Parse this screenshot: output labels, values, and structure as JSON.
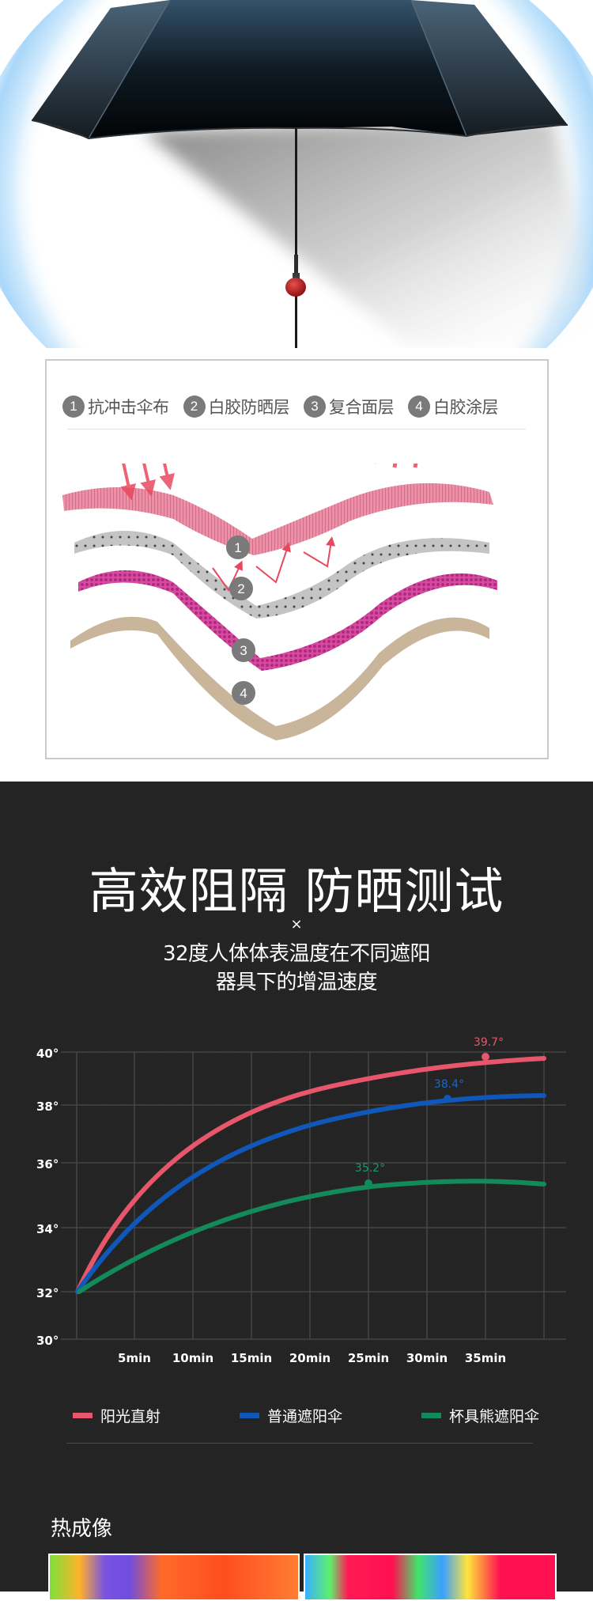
{
  "hero": {
    "image": "umbrella-product-photo",
    "colors": {
      "canopy": "#0b1015",
      "canopy_highlight": "#3c5a70",
      "handle": "#b01818",
      "halo": "#bfe1fb"
    }
  },
  "layers": {
    "legend": [
      {
        "num": "1",
        "label": "抗冲击伞布"
      },
      {
        "num": "2",
        "label": "白胶防晒层"
      },
      {
        "num": "3",
        "label": "复合面层"
      },
      {
        "num": "4",
        "label": "白胶涂层"
      }
    ],
    "diagram_badges": [
      "1",
      "2",
      "3",
      "4"
    ],
    "colors": {
      "layer1": "#ec8aa2",
      "layer2": "#b9b9b9",
      "layer3": "#d9479e",
      "layer4": "#c9b59a",
      "arrow": "#e8485f",
      "badge": "#7a7a7a"
    }
  },
  "test": {
    "title": "高效阻隔 防晒测试",
    "separator": "×",
    "subtitle_line1": "32度人体体表温度在不同遮阳",
    "subtitle_line2": "器具下的增温速度",
    "thermal_title": "热成像"
  },
  "chart_data": {
    "type": "line",
    "title": "32度人体体表温度在不同遮阳器具下的增温速度",
    "xlabel": "",
    "ylabel": "",
    "x": [
      0,
      5,
      10,
      15,
      20,
      25,
      30,
      35,
      40
    ],
    "x_tick_labels": [
      "5min",
      "10min",
      "15min",
      "20min",
      "25min",
      "30min",
      "35min"
    ],
    "y_tick_labels": [
      "40°",
      "38°",
      "36°",
      "34°",
      "32°",
      "30°"
    ],
    "ylim": [
      30,
      40
    ],
    "grid": true,
    "legend_position": "bottom",
    "series": [
      {
        "name": "阳光直射",
        "color": "#e8566b",
        "values": [
          32,
          35.3,
          36.8,
          37.8,
          38.6,
          39.2,
          39.5,
          39.7,
          39.8
        ],
        "annotation": {
          "x": 35,
          "label": "39.7°"
        }
      },
      {
        "name": "普通遮阳伞",
        "color": "#0f57b8",
        "values": [
          32,
          34.8,
          36.1,
          37.0,
          37.7,
          38.1,
          38.4,
          38.5,
          38.6
        ],
        "annotation": {
          "x": 30,
          "label": "38.4°"
        }
      },
      {
        "name": "杯具熊遮阳伞",
        "color": "#138a5c",
        "values": [
          32,
          33.3,
          34.0,
          34.5,
          34.9,
          35.2,
          35.3,
          35.3,
          35.2
        ],
        "annotation": {
          "x": 25,
          "label": "35.2°"
        }
      }
    ]
  }
}
